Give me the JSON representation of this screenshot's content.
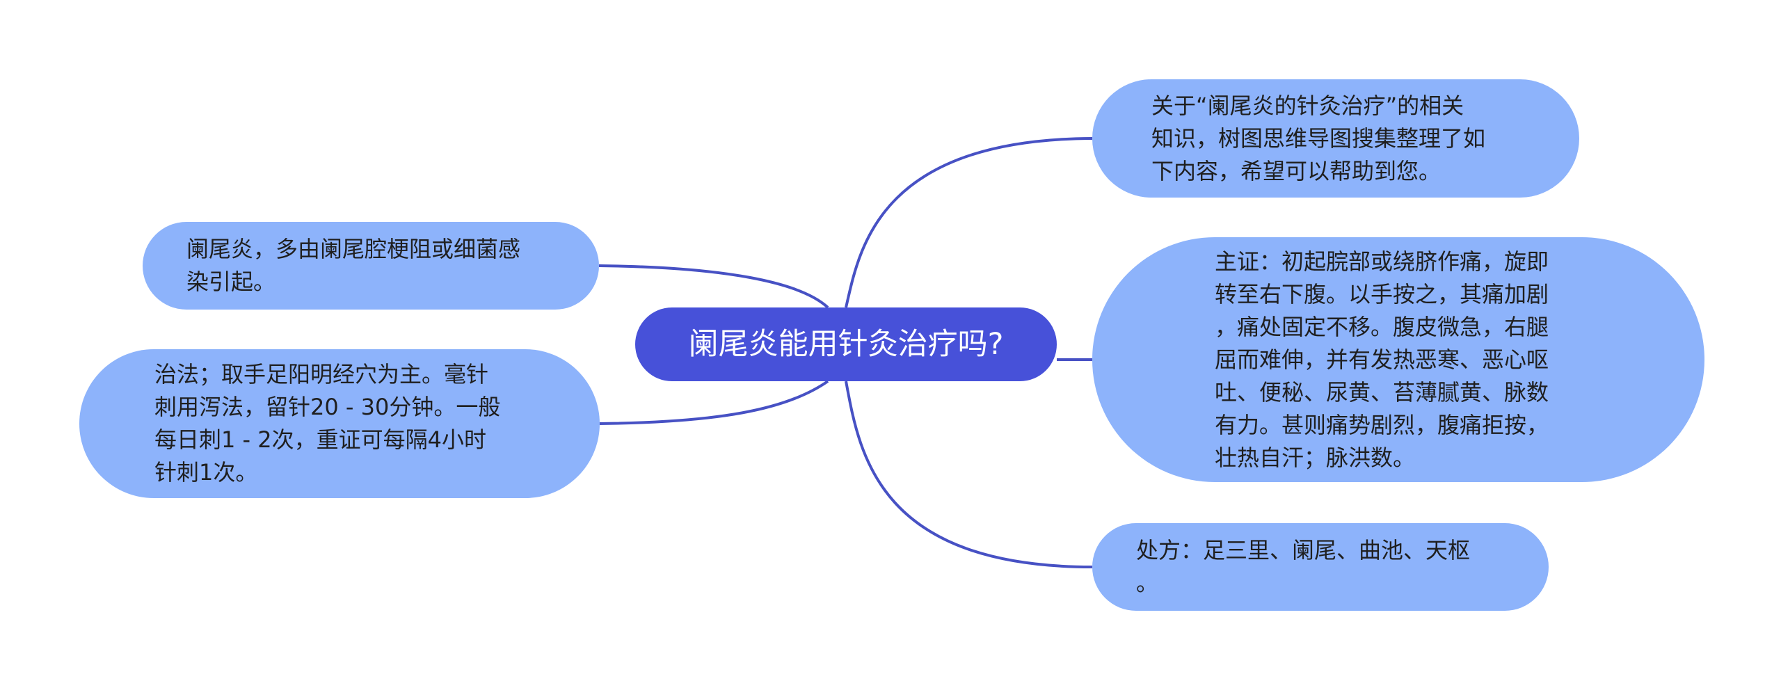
{
  "colors": {
    "root_fill": "#4751d9",
    "node_fill": "#8db3fb",
    "link_stroke": "#4751c4",
    "root_text": "#ffffff",
    "node_text": "#1f1f1f"
  },
  "mindmap": {
    "root": {
      "text": "阑尾炎能用针灸治疗吗?"
    },
    "left": [
      {
        "text": "阑尾炎，多由阑尾腔梗阻或细菌感\n染引起。"
      },
      {
        "text": "治法；取手足阳明经穴为主。毫针\n刺用泻法，留针20 - 30分钟。一般\n每日刺1 - 2次，重证可每隔4小时\n针刺1次。"
      }
    ],
    "right": [
      {
        "text": "关于“阑尾炎的针灸治疗”的相关\n知识，树图思维导图搜集整理了如\n下内容，希望可以帮助到您。"
      },
      {
        "text": "主证：初起脘部或绕脐作痛，旋即\n转至右下腹。以手按之，其痛加剧\n，痛处固定不移。腹皮微急，右腿\n屈而难伸，并有发热恶寒、恶心呕\n吐、便秘、尿黄、苔薄腻黄、脉数\n有力。甚则痛势剧烈，腹痛拒按，\n壮热自汗；脉洪数。"
      },
      {
        "text": "处方：足三里、阑尾、曲池、天枢\n。"
      }
    ]
  }
}
